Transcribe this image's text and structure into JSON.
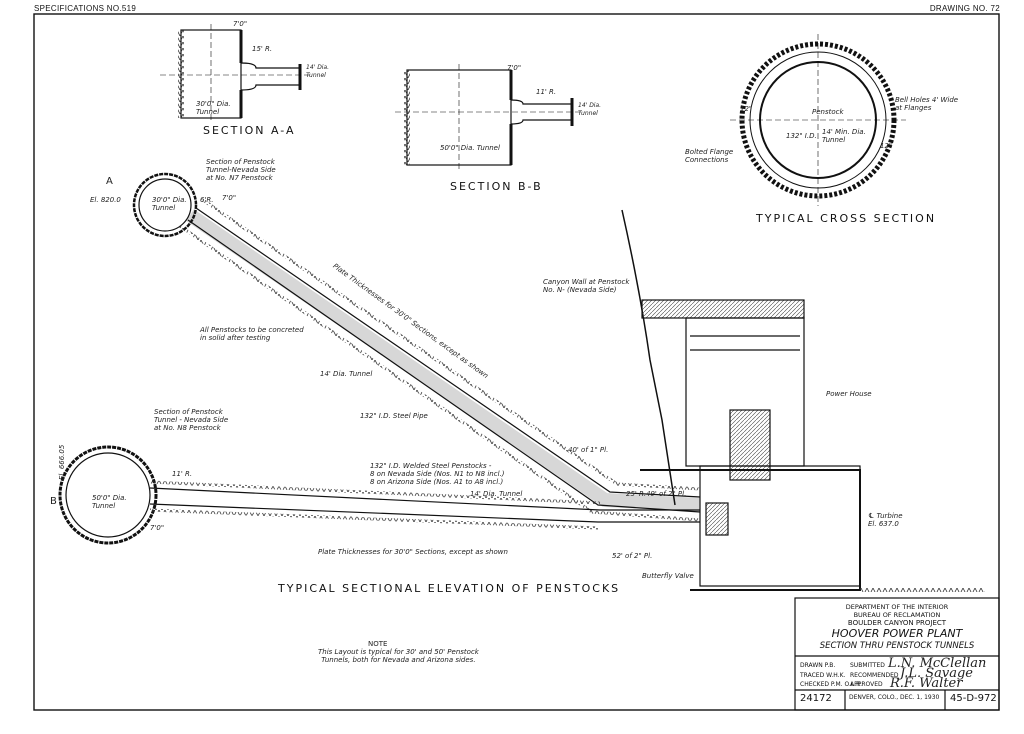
{
  "header": {
    "spec": "SPECIFICATIONS NO.519",
    "drawing": "DRAWING NO. 72"
  },
  "sections": {
    "aa": {
      "title": "SECTION A-A",
      "dim_top": "7'0\"",
      "radius": "15' R.",
      "tunnel": "30'0\" Dia.\nTunnel",
      "small": "14' Dia.\nTunnel"
    },
    "bb": {
      "title": "SECTION B-B",
      "dim_top": "7'0\"",
      "radius": "11' R.",
      "tunnel": "50'0\" Dia. Tunnel",
      "small": "14' Dia.\nTunnel"
    },
    "cross": {
      "title": "TYPICAL CROSS SECTION",
      "bell": "Bell Holes 4' Wide\nat Flanges",
      "flange": "Bolted Flange\nConnections",
      "penstock": "Penstock",
      "min": "14' Min. Dia.\nTunnel",
      "dim": "132\" I.D.",
      "c1": "12\"",
      "c2": "12\""
    }
  },
  "elevation": {
    "title": "TYPICAL SECTIONAL ELEVATION OF PENSTOCKS",
    "a_marker": "A",
    "b_marker": "B",
    "el_820": "El. 820.0",
    "el_666": "El. 666.05",
    "sec_n7": "Section of Penstock\nTunnel-Nevada Side\nat No. N7 Penstock",
    "sec_n8": "Section of Penstock\nTunnel - Nevada Side\nat No. N8 Penstock",
    "dia30": "30'0\" Dia.\nTunnel",
    "dia50": "50'0\" Dia.\nTunnel",
    "r6": "6'R.",
    "r7": "7'0\"",
    "r11": "11' R.",
    "d7": "7'0\"",
    "concrete": "All Penstocks to be concreted\nin solid after testing",
    "tunnel14": "14' Dia. Tunnel",
    "tunnel14b": "14' Dia. Tunnel",
    "pipe132": "132\" I.D. Steel Pipe",
    "welded": "132\" I.D. Welded Steel Penstocks -\n8 on Nevada Side (Nos. N1 to N8 incl.)\n8 on Arizona Side (Nos. A1 to A8 incl.)",
    "plate_upper": "Plate Thicknesses for 30'0\" Sections, except as shown",
    "plate_lower": "Plate Thicknesses for 30'0\" Sections, except as shown",
    "canyon": "Canyon Wall at Penstock\nNo. N- (Nevada Side)",
    "power_house": "Power House",
    "turbine": "℄ Turbine\nEl. 637.0",
    "butterfly": "Butterfly Valve",
    "f40": "40' of 1\" Pl.",
    "f49": "49' of 2\" Pl.",
    "f52": "52' of 2\" Pl.",
    "r25": "25' R."
  },
  "note": {
    "heading": "NOTE",
    "text": "This Layout is typical for 30' and 50' Penstock\nTunnels, both for Nevada and Arizona sides."
  },
  "title_block": {
    "dept": "DEPARTMENT OF THE INTERIOR",
    "bureau": "BUREAU OF RECLAMATION",
    "project": "BOULDER CANYON PROJECT",
    "plant": "HOOVER POWER PLANT",
    "subject": "SECTION THRU PENSTOCK TUNNELS",
    "drawn": "DRAWN P.B.",
    "submitted": "SUBMITTED",
    "traced": "TRACED W.H.K.",
    "recommended": "RECOMMENDED",
    "checked": "CHECKED P.M. O.L.R.",
    "approved": "APPROVED",
    "sig1": "L.N. McClellan",
    "sig2": "J.L. Savage",
    "sig3": "R.F. Walter",
    "number": "24172",
    "place": "DENVER, COLO.,   DEC. 1, 1930",
    "code": "45-D-972"
  }
}
